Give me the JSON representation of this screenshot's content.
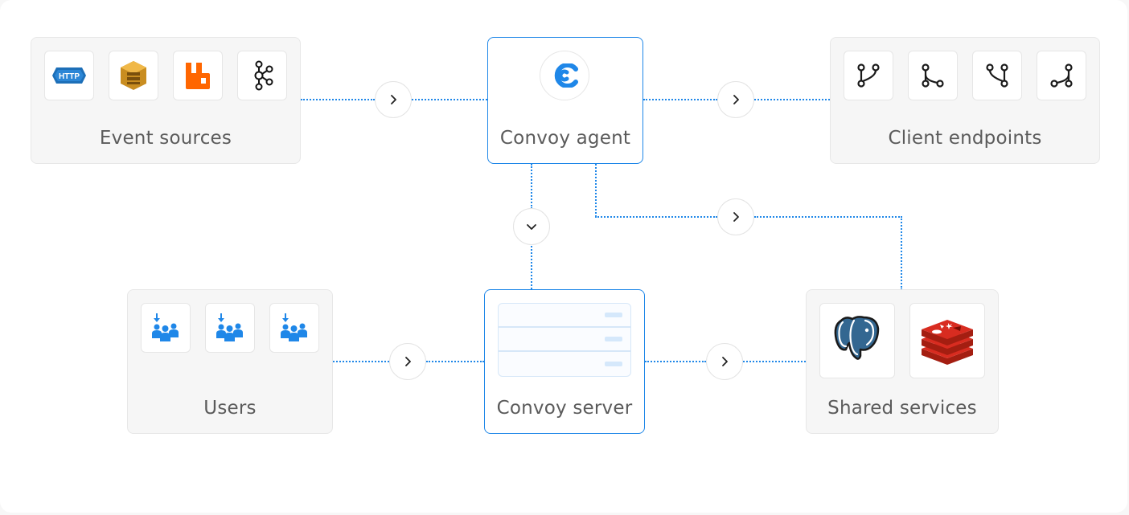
{
  "groups": {
    "event_sources": {
      "label": "Event sources",
      "icons": [
        "http-icon",
        "aws-sqs-icon",
        "rabbitmq-icon",
        "kafka-icon"
      ]
    },
    "convoy_agent": {
      "label": "Convoy agent",
      "icon": "convoy-logo-icon"
    },
    "client_endpoints": {
      "label": "Client endpoints",
      "icons": [
        "git-branch-icon-1",
        "git-branch-icon-2",
        "git-branch-icon-3",
        "git-branch-icon-4"
      ]
    },
    "users": {
      "label": "Users",
      "icons": [
        "users-icon",
        "users-icon",
        "users-icon"
      ]
    },
    "convoy_server": {
      "label": "Convoy server",
      "icon": "server-stack-icon"
    },
    "shared_services": {
      "label": "Shared services",
      "icons": [
        "postgresql-icon",
        "redis-icon"
      ]
    }
  },
  "http_badge": "HTTP",
  "colors": {
    "accent": "#1f87e8",
    "text": "#5b5b5b",
    "group_bg": "#f6f6f6",
    "rabbit": "#ff6600",
    "aws": "#d9a331",
    "redis": "#d82c20",
    "postgres": "#336791"
  }
}
